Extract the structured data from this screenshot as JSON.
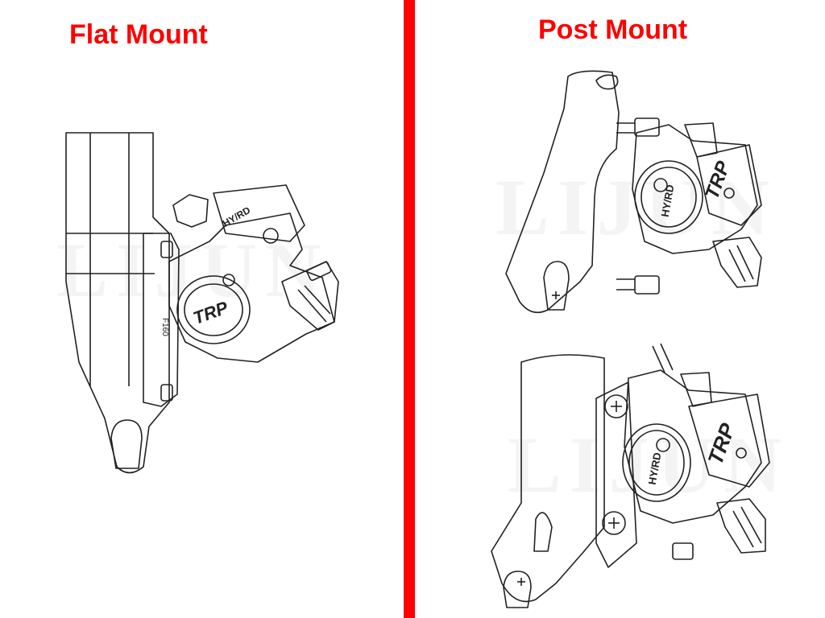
{
  "titles": {
    "left": "Flat Mount",
    "right": "Post Mount"
  },
  "caliper_brand_text": "TRP",
  "caliper_model_text": "HY/RD",
  "flat_mount_label": "F160",
  "watermark_text": "LIJUN",
  "colors": {
    "title": "#ff0000",
    "divider": "#ff0000",
    "line": "#222222"
  }
}
